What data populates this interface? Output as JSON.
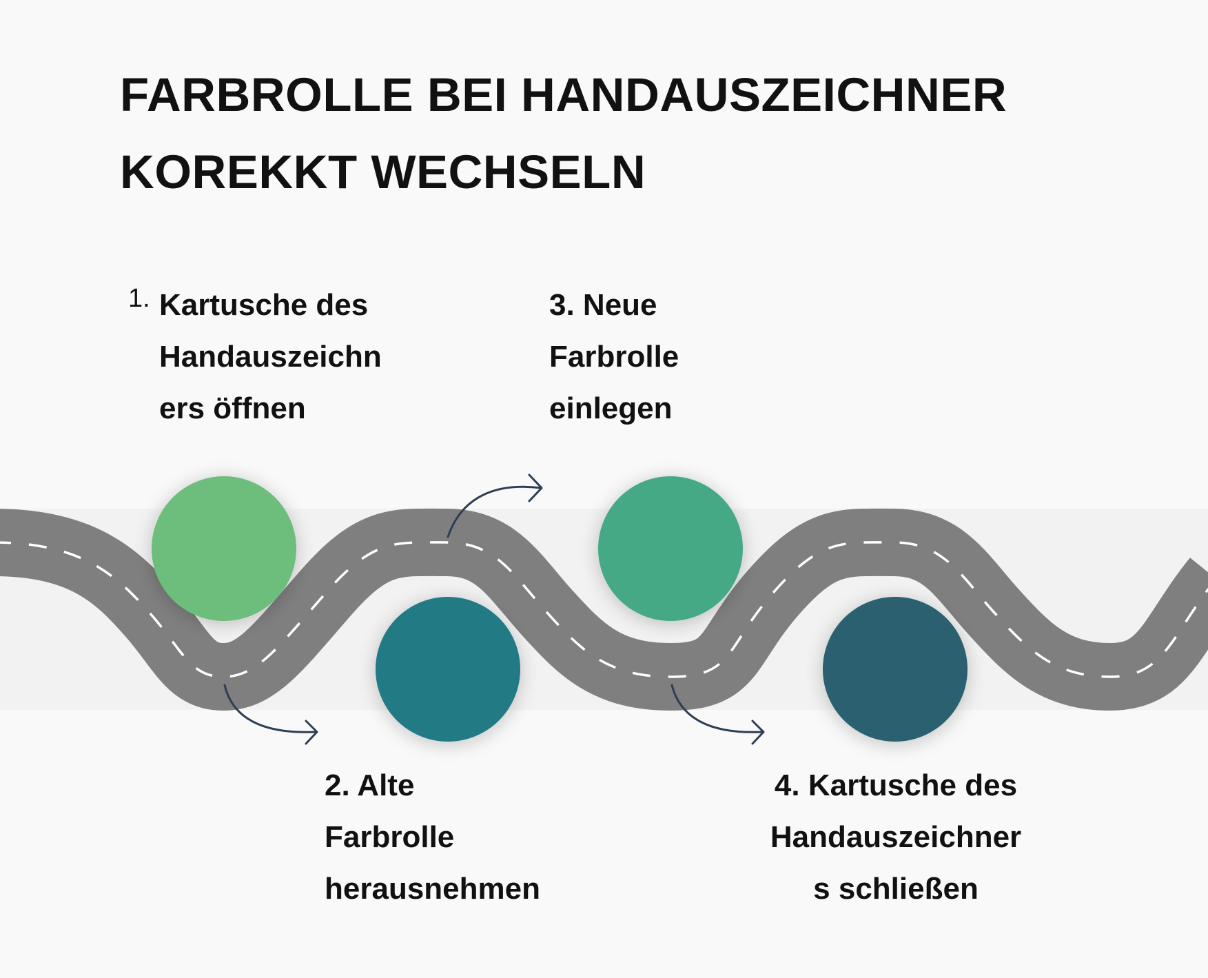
{
  "title": {
    "line1": "FARBROLLE BEI HANDAUSZEICHNER",
    "line2": "KOREKKT WECHSELN"
  },
  "steps": [
    {
      "number": "1.",
      "lines": [
        "Kartusche des",
        "Handauszeichn",
        "ers öffnen"
      ],
      "color": "#6dbe7c"
    },
    {
      "lines": [
        "2. Alte",
        "Farbrolle",
        "herausnehmen"
      ],
      "color": "#227a84"
    },
    {
      "lines": [
        "3. Neue",
        "Farbrolle",
        "einlegen"
      ],
      "color": "#45a986"
    },
    {
      "lines": [
        "4. Kartusche des",
        "Handauszeichner",
        "s schließen"
      ],
      "color": "#29606f"
    }
  ],
  "colors": {
    "background": "#f9f9f9",
    "band": "#f2f2f2",
    "road": "#7f7f7f",
    "road_marking": "#ffffff",
    "arrow": "#2d3e55",
    "text": "#111111"
  }
}
